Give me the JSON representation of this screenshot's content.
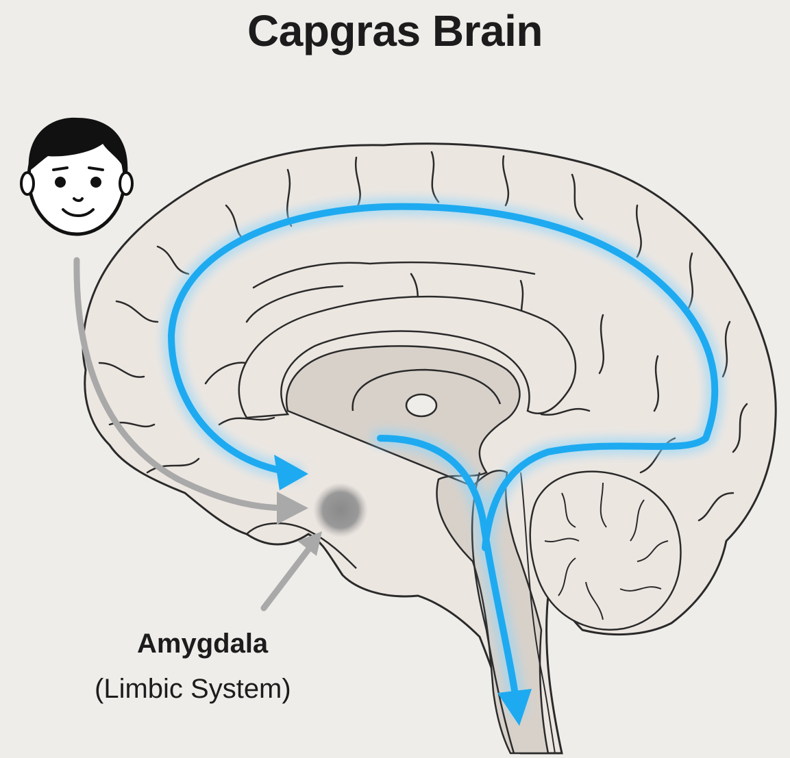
{
  "title": "Capgras Brain",
  "labels": {
    "region_name": "Amygdala",
    "region_system": "(Limbic System)"
  },
  "icons": {
    "face": "face-icon"
  },
  "colors": {
    "background": "#efedea",
    "brain_fill": "#ece6e1",
    "brain_outline": "#2a2a2a",
    "inner_fill": "#d8d1ca",
    "pathway_blue": "#1eaaf0",
    "pathway_gray": "#a9a9a9",
    "amygdala": "#8d8d8d"
  }
}
